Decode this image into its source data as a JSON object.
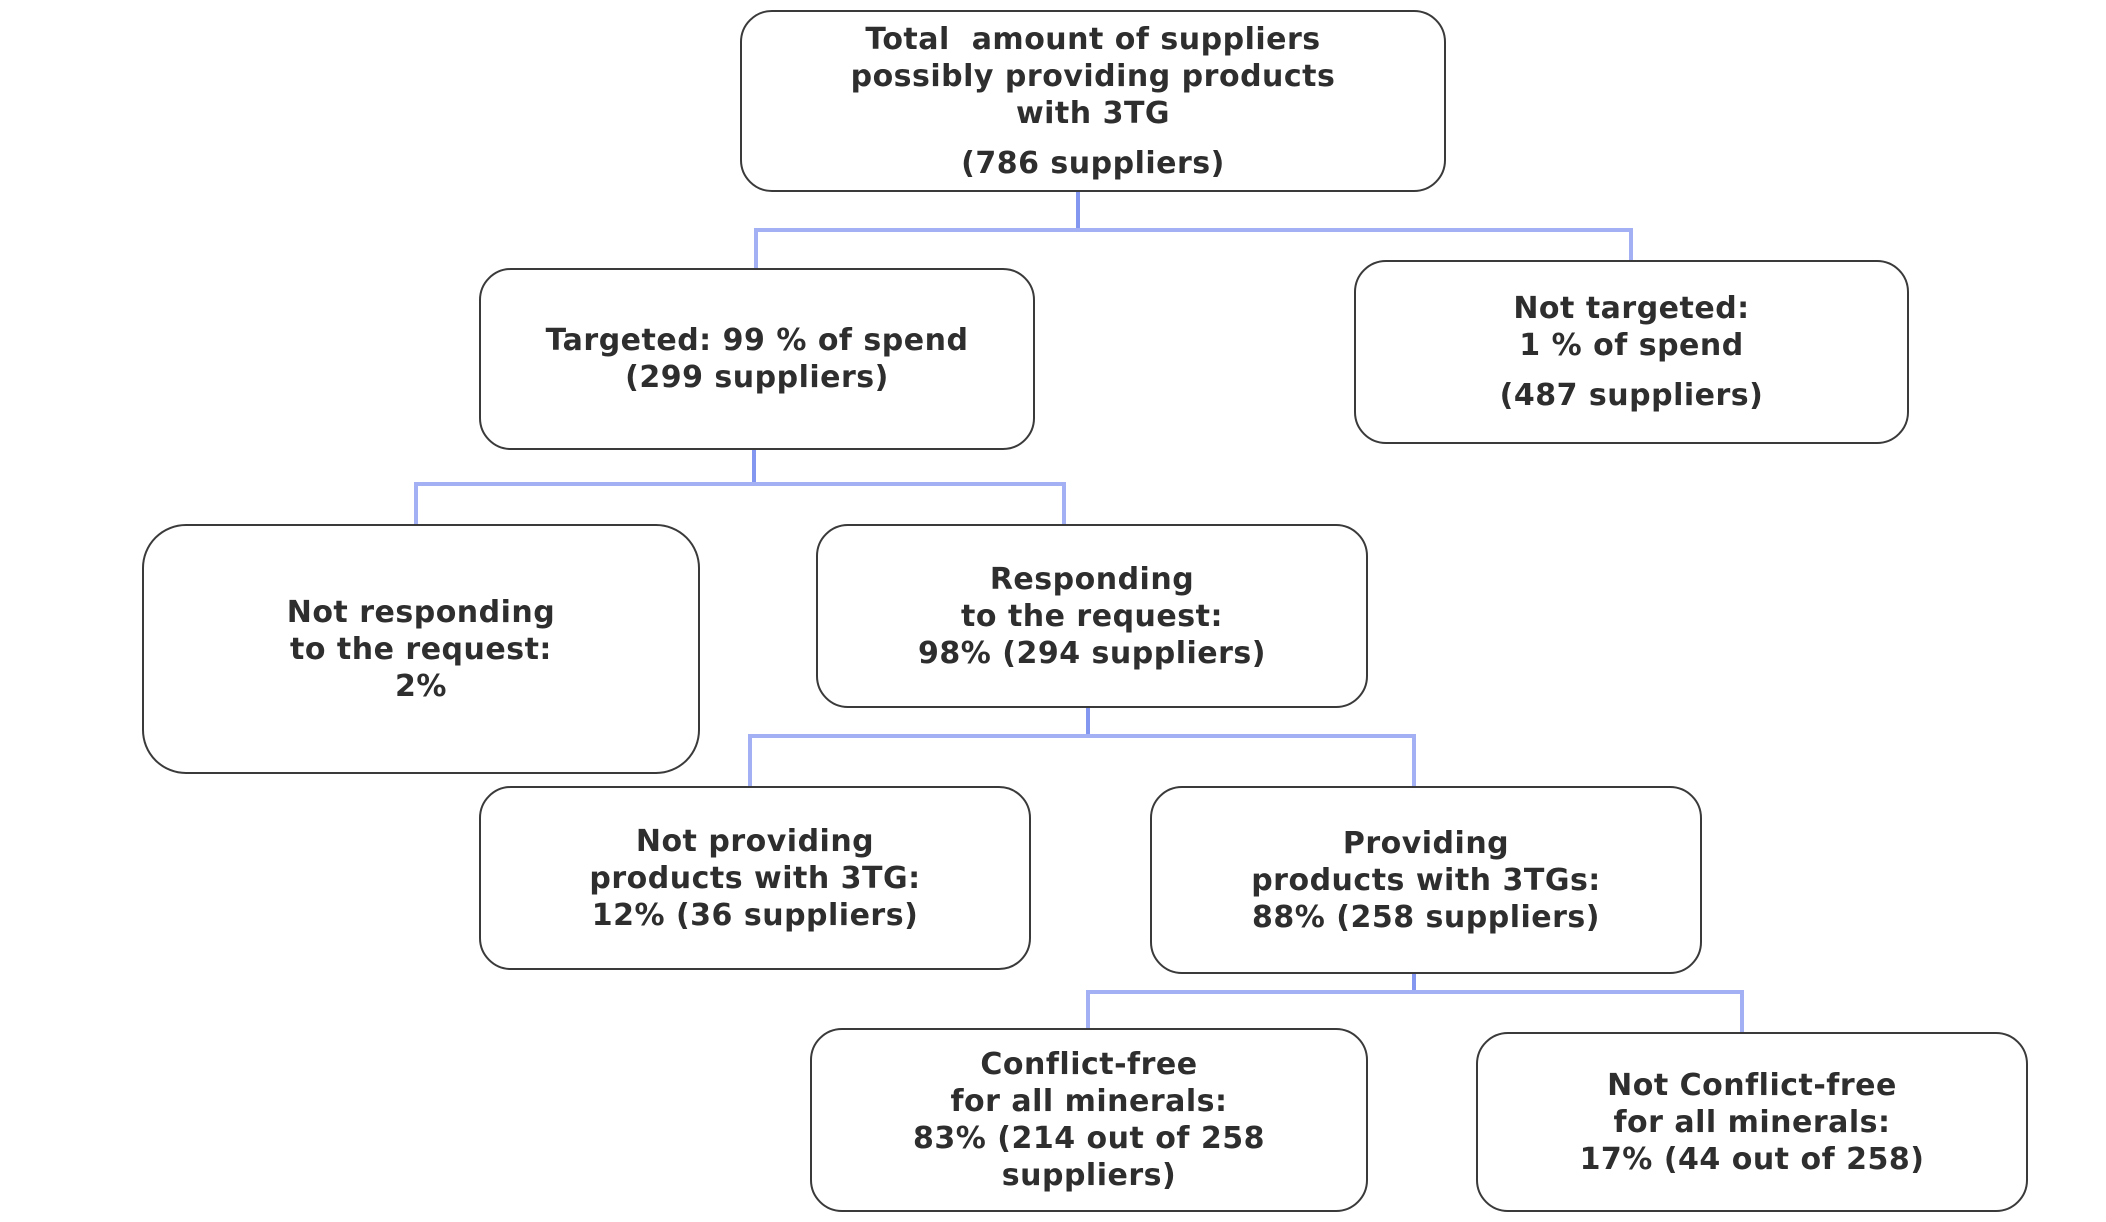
{
  "nodes": {
    "root": {
      "text": "Total  amount of suppliers\npossibly providing products\nwith 3TG",
      "sub": "(786 suppliers)"
    },
    "targeted": {
      "text": "Targeted: 99 % of spend\n(299 suppliers)"
    },
    "not_targeted": {
      "text": "Not targeted:\n1 % of spend",
      "sub": "(487 suppliers)"
    },
    "not_responding": {
      "text": "Not responding\nto the request:\n2%"
    },
    "responding": {
      "text": "Responding\nto the request:\n98% (294 suppliers)"
    },
    "not_providing": {
      "text": "Not providing\nproducts with 3TG:\n12% (36 suppliers)"
    },
    "providing": {
      "text": "Providing\nproducts with 3TGs:\n88% (258 suppliers)"
    },
    "conflict_free": {
      "text": "Conflict-free\nfor all minerals:\n83% (214 out of 258\nsuppliers)"
    },
    "not_conflict_free": {
      "text": "Not Conflict-free\nfor all minerals:\n17% (44 out of 258)"
    }
  },
  "colors": {
    "background": "#ffffff",
    "border": "#3a3a3a",
    "text": "#2e2e2e",
    "connector": "#8396f0",
    "connector_light": "#a3b1f4"
  }
}
